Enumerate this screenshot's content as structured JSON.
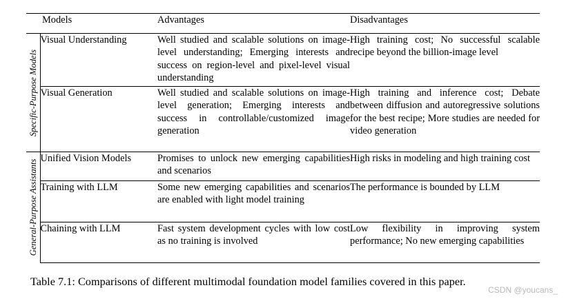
{
  "table": {
    "headers": {
      "models": "Models",
      "advantages": "Advantages",
      "disadvantages": "Disadvantages"
    },
    "groups": [
      {
        "label": "Specific-Purpose Models"
      },
      {
        "label": "General-Purpose Assistants"
      }
    ],
    "rows": [
      {
        "model": "Visual Understanding",
        "advantages": "Well studied and scalable solutions on image-level understanding; Emerging interests and success on region-level and pixel-level visual understanding",
        "disadvantages": "High training cost; No successful scalable recipe beyond the billion-image level"
      },
      {
        "model": "Visual Generation",
        "advantages": "Well studied and scalable solutions on image-level generation; Emerging interests and success in controllable/customized image generation",
        "disadvantages": "High training and inference cost; Debate between diffusion and autoregressive solutions for the best recipe; More studies are needed for video generation"
      },
      {
        "model": "Unified Vision Models",
        "advantages": "Promises to unlock new emerging capabilities and scenarios",
        "disadvantages": "High risks in modeling and high training cost"
      },
      {
        "model": "Training with LLM",
        "advantages": "Some new emerging capabilities and scenarios are enabled with light model training",
        "disadvantages": "The performance is bounded by LLM"
      },
      {
        "model": "Chaining with LLM",
        "advantages": "Fast system development cycles with low cost as no training is involved",
        "disadvantages": "Low flexibility in improving system performance; No new emerging capabilities"
      }
    ]
  },
  "caption": "Table 7.1: Comparisons of different multimodal foundation model families covered in this paper.",
  "watermark": "CSDN @youcans_"
}
